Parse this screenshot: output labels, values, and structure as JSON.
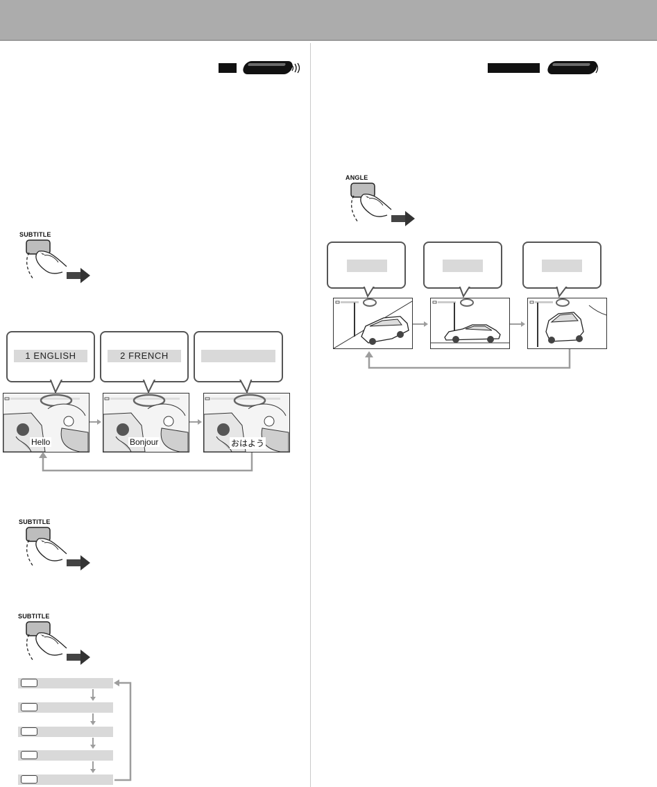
{
  "subtitle_section": {
    "key_label_1": "SUBTITLE",
    "key_label_2": "SUBTITLE",
    "key_label_3": "SUBTITLE",
    "bubbles": [
      {
        "label": "1 ENGLISH"
      },
      {
        "label": "2 FRENCH"
      },
      {
        "label": ""
      }
    ],
    "screens": [
      {
        "caption": "Hello"
      },
      {
        "caption": "Bonjour"
      },
      {
        "caption": "おはよう"
      }
    ],
    "flow_rows": 5
  },
  "angle_section": {
    "key_label": "ANGLE",
    "bubbles": [
      {
        "label": ""
      },
      {
        "label": ""
      },
      {
        "label": ""
      }
    ]
  },
  "colors": {
    "header": "#acacac",
    "bubble_bar": "#d9d9d9",
    "arrow_gray": "#9d9d9d"
  }
}
